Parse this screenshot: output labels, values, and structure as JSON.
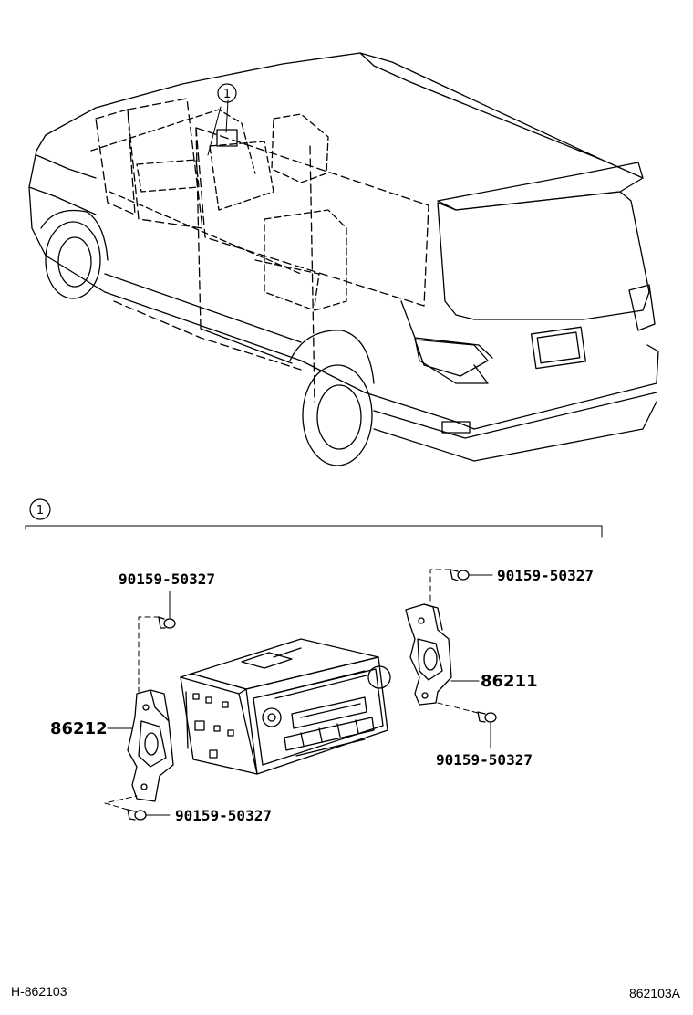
{
  "callout": "1",
  "section_marker": "1",
  "parts": {
    "bolt_top_left": "90159-50327",
    "bolt_top_right": "90159-50327",
    "bolt_bottom_right": "90159-50327",
    "bolt_bottom_left": "90159-50327",
    "bracket_right": "86211",
    "bracket_left": "86212"
  },
  "footer": {
    "left_code": "H-862103",
    "right_code": "862103A"
  }
}
